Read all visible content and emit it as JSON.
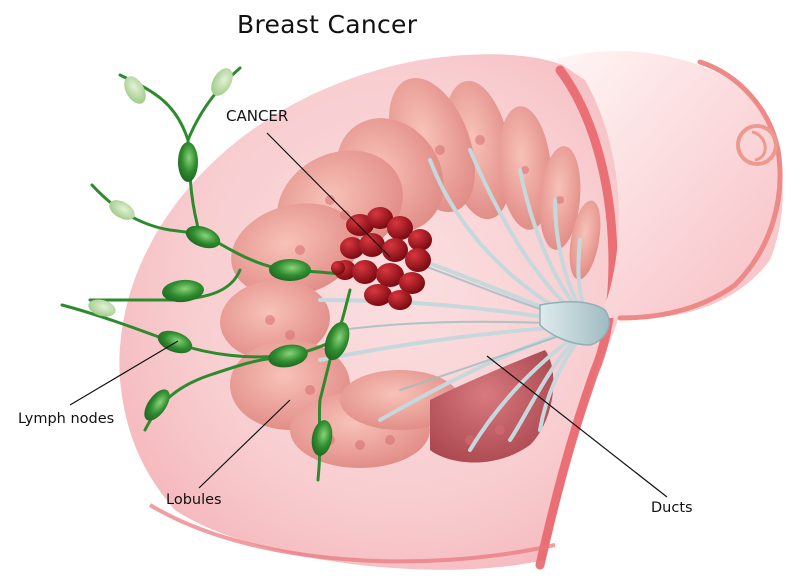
{
  "diagram": {
    "title": "Breast Cancer",
    "labels": {
      "cancer": "CANCER",
      "lymph_nodes": "Lymph nodes",
      "lobules": "Lobules",
      "ducts": "Ducts"
    },
    "parts": [
      {
        "id": "cancer",
        "name": "CANCER",
        "description": "dark red tumor cluster within the lobules"
      },
      {
        "id": "lymph_nodes",
        "name": "Lymph nodes",
        "description": "green oval nodes along branching lymphatic vessels toward the armpit"
      },
      {
        "id": "lobules",
        "name": "Lobules",
        "description": "pink lobed milk-producing glands fanning around the ducts"
      },
      {
        "id": "ducts",
        "name": "Ducts",
        "description": "gray-blue tubes converging at the nipple"
      }
    ],
    "colors": {
      "skin": "#f7c6c8",
      "skin_outline": "#e8666c",
      "lobule": "#f0a39c",
      "lobule_dark": "#b9525a",
      "tumor": "#a3141c",
      "lymph": "#2e8a2e",
      "lymph_light": "#a8d08d",
      "duct": "#b7cfd4"
    }
  }
}
